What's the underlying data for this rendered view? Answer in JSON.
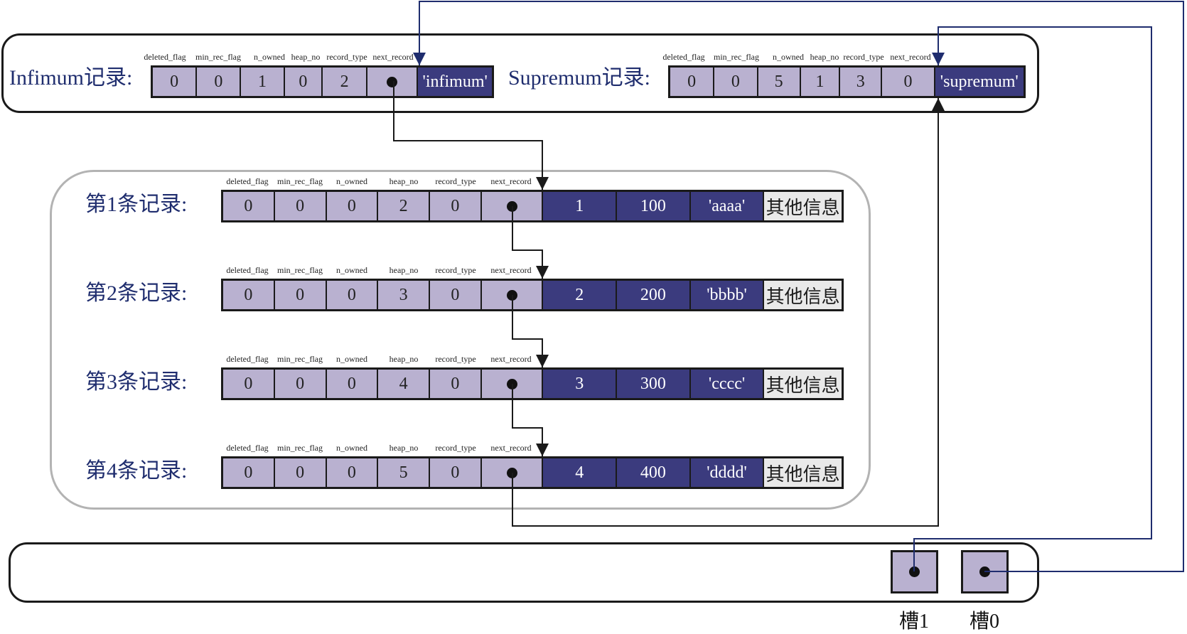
{
  "header_field_labels": [
    "deleted_flag",
    "min_rec_flag",
    "n_owned",
    "heap_no",
    "record_type",
    "next_record"
  ],
  "infimum": {
    "title": "Infimum记录:",
    "values": [
      "0",
      "0",
      "1",
      "0",
      "2"
    ],
    "data": "'infimum'"
  },
  "supremum": {
    "title": "Supremum记录:",
    "values": [
      "0",
      "0",
      "5",
      "1",
      "3",
      "0"
    ],
    "data": "'supremum'"
  },
  "records": [
    {
      "title": "第1条记录:",
      "header": [
        "0",
        "0",
        "0",
        "2",
        "0"
      ],
      "data": [
        "1",
        "100",
        "'aaaa'"
      ],
      "other": "其他信息"
    },
    {
      "title": "第2条记录:",
      "header": [
        "0",
        "0",
        "0",
        "3",
        "0"
      ],
      "data": [
        "2",
        "200",
        "'bbbb'"
      ],
      "other": "其他信息"
    },
    {
      "title": "第3条记录:",
      "header": [
        "0",
        "0",
        "0",
        "4",
        "0"
      ],
      "data": [
        "3",
        "300",
        "'cccc'"
      ],
      "other": "其他信息"
    },
    {
      "title": "第4条记录:",
      "header": [
        "0",
        "0",
        "0",
        "5",
        "0"
      ],
      "data": [
        "4",
        "400",
        "'dddd'"
      ],
      "other": "其他信息"
    }
  ],
  "slots": [
    {
      "label": "槽1",
      "target": "supremum"
    },
    {
      "label": "槽0",
      "target": "infimum"
    }
  ],
  "colors": {
    "header_cell": "#b9b1d0",
    "data_cell": "#3b3b7e",
    "other_cell": "#e9e9e9",
    "title_text": "#1f2d6e",
    "record_link": "#1a1a1a",
    "slot_link": "#1f2d6e"
  }
}
